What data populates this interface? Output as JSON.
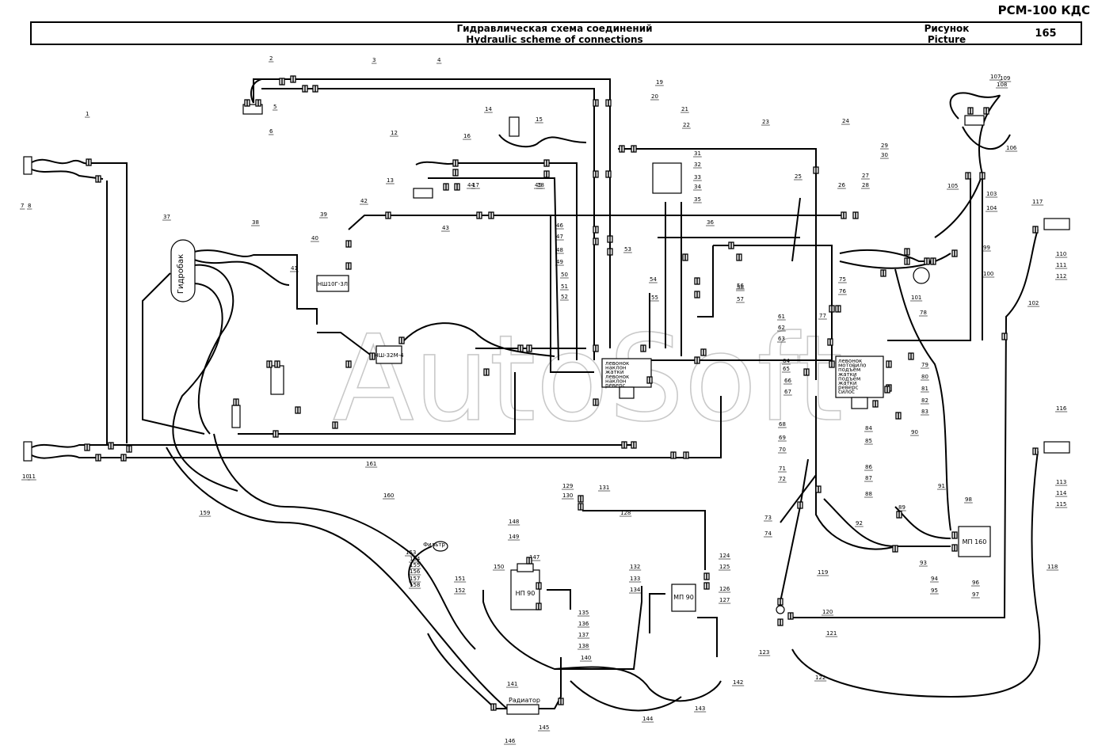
{
  "header": {
    "doc_code": "РСМ-100 КДС",
    "title_ru": "Гидравлическая схема соединений",
    "title_en": "Hydraulic scheme of connections",
    "picture_ru": "Рисунок",
    "picture_en": "Picture",
    "picture_number": "165"
  },
  "watermark": "AutoSoft",
  "components": {
    "tank": "Гидробак",
    "radiator": "Радиатор",
    "pump_nsh10": "НШ10Г-3Л",
    "pump_nsh32": "НШ-32М-4",
    "pump_np90": "НП 90",
    "motor_mp90": "МП 90",
    "motor_mp160": "МП 160",
    "filter": "Фильтр",
    "valve_block_1": [
      "левонок",
      "наклон",
      "жатки",
      "левонок",
      "наклон",
      "реверс"
    ],
    "valve_block_2": [
      "левонок",
      "мотовило",
      "подъём",
      "жатки",
      "подъём",
      "жатки",
      "реверс",
      "силос"
    ]
  },
  "labels": [
    "1",
    "2",
    "3",
    "4",
    "5",
    "6",
    "7",
    "8",
    "10",
    "11",
    "12",
    "13",
    "14",
    "15",
    "16",
    "17",
    "18",
    "19",
    "20",
    "21",
    "22",
    "23",
    "24",
    "25",
    "26",
    "27",
    "28",
    "29",
    "30",
    "31",
    "32",
    "33",
    "34",
    "35",
    "36",
    "37",
    "38",
    "39",
    "40",
    "41",
    "42",
    "43",
    "44",
    "45",
    "46",
    "47",
    "48",
    "49",
    "50",
    "51",
    "52",
    "53",
    "54",
    "55",
    "56",
    "57",
    "58",
    "61",
    "62",
    "63",
    "64",
    "65",
    "66",
    "67",
    "68",
    "69",
    "70",
    "71",
    "72",
    "73",
    "74",
    "75",
    "76",
    "77",
    "78",
    "79",
    "80",
    "81",
    "82",
    "83",
    "84",
    "85",
    "86",
    "87",
    "88",
    "89",
    "90",
    "91",
    "92",
    "93",
    "94",
    "95",
    "96",
    "97",
    "98",
    "99",
    "100",
    "101",
    "102",
    "103",
    "104",
    "105",
    "106",
    "107",
    "108",
    "109",
    "110",
    "111",
    "112",
    "113",
    "114",
    "115",
    "116",
    "117",
    "118",
    "119",
    "120",
    "121",
    "122",
    "123",
    "124",
    "125",
    "126",
    "127",
    "128",
    "129",
    "130",
    "131",
    "132",
    "133",
    "134",
    "135",
    "136",
    "137",
    "138",
    "140",
    "141",
    "142",
    "143",
    "144",
    "145",
    "146",
    "147",
    "148",
    "149",
    "150",
    "151",
    "152",
    "153",
    "154",
    "155",
    "156",
    "157",
    "158",
    "159",
    "160",
    "161"
  ]
}
